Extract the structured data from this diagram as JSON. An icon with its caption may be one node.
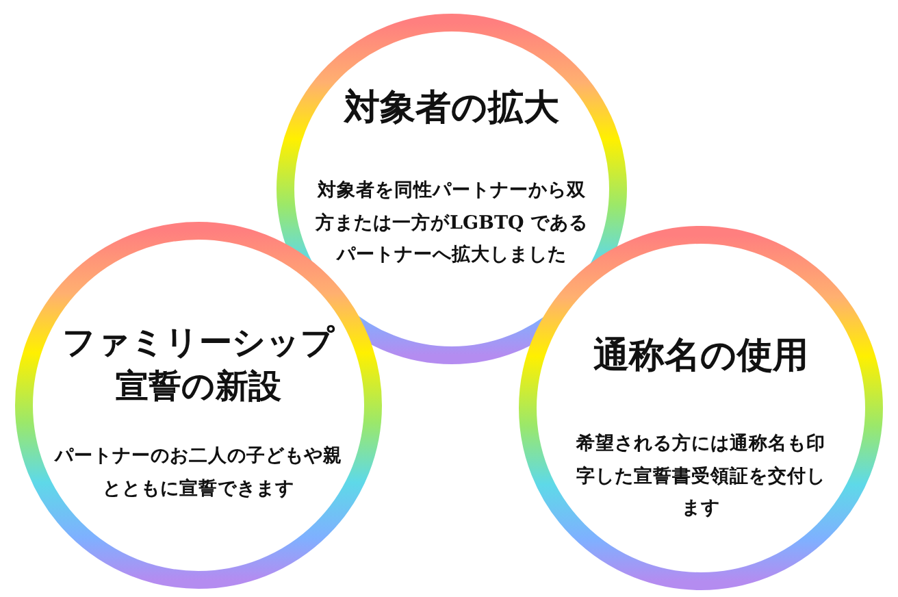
{
  "diagram": {
    "nodes": [
      {
        "text": [
          "対象者の拡大",
          "対象者を同性パートナーから双方または一方がLGBTQ であるパートナーへ拡大しました"
        ]
      },
      {
        "text": [
          "ファミリーシップ宣誓の新設",
          "パートナーのお二人の子どもや親とともに宣誓できます"
        ]
      },
      {
        "text": [
          "通称名の使用",
          "希望される方には通称名も印字した宣誓書受領証を交付します"
        ]
      }
    ]
  }
}
